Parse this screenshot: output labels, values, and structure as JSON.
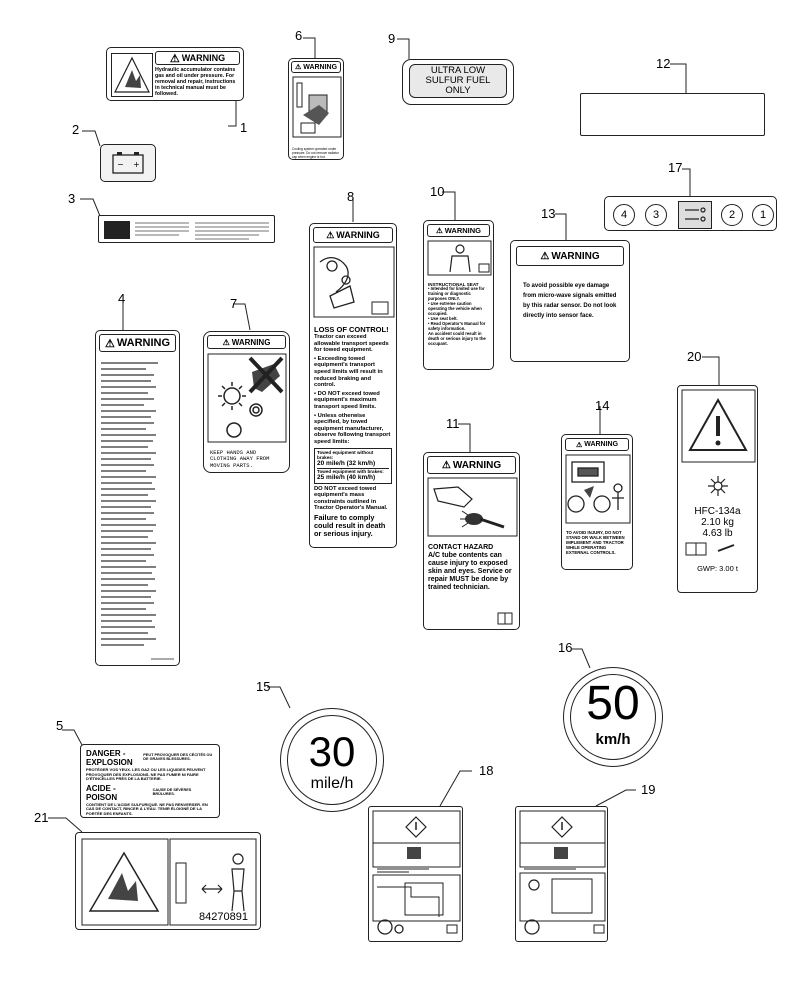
{
  "callouts": {
    "n1": "1",
    "n2": "2",
    "n3": "3",
    "n4": "4",
    "n5": "5",
    "n6": "6",
    "n7": "7",
    "n8": "8",
    "n9": "9",
    "n10": "10",
    "n11": "11",
    "n12": "12",
    "n13": "13",
    "n14": "14",
    "n15": "15",
    "n16": "16",
    "n17": "17",
    "n18": "18",
    "n19": "19",
    "n20": "20",
    "n21": "21"
  },
  "decal1": {
    "header": "WARNING",
    "text": "Hydraulic accumulator contains gas and oil under pressure. For removal and repair, instructions in technical manual must be followed."
  },
  "decal5": {
    "danger": "DANGER - EXPLOSION",
    "danger_fr": "PEUT PROVOQUER DES CÉCITÉS OU DE GRAVES BLESSURES.",
    "body1": "PROTÉGER VOS YEUX. LES GAZ OU LES LIQUIDES PEUVENT PROVOQUER DES EXPLOSIONS. NE PAS FUMER NI FAIRE D'ÉTINCELLES PRÈS DE LA BATTERIE.",
    "acid": "ACIDE - POISON",
    "acid_fr": "CAUSE DE SÉVÈRES BRÛLURES.",
    "body2": "CONTIENT DE L'ACIDE SULFURIQUE. NE PAS RENVERSER. EN CAS DE CONTACT, RINCER À L'EAU. TENIR ÉLOIGNÉ DE LA PORTÉE DES ENFANTS."
  },
  "decal6": {
    "header": "WARNING",
    "text": "Cooling system operated under pressure. Do not remove radiator cap when engine is hot."
  },
  "decal7": {
    "header": "WARNING",
    "text": "KEEP HANDS AND CLOTHING AWAY FROM MOVING PARTS."
  },
  "decal8": {
    "header": "WARNING",
    "title": "LOSS OF CONTROL!",
    "p1": "Tractor can exceed allowable transport speeds for towed equipment.",
    "b1": "Exceeding towed equipment's transport speed limits will result in reduced braking and control.",
    "b2": "DO NOT exceed towed equipment's maximum transport speed limits.",
    "b3": "Unless otherwise specified, by towed equipment manufacturer, observe following transport speed limits:",
    "t1": "Towed equipment without brakes:",
    "t1v": "20 mile/h (32 km/h)",
    "t2": "Towed equipment with brakes:",
    "t2v": "25 mile/h (40 km/h)",
    "p2": "DO NOT exceed towed equipment's mass constraints outlined in Tractor Operator's Manual.",
    "p3": "Failure to comply could result in death or serious injury."
  },
  "decal9": {
    "l1": "ULTRA LOW",
    "l2": "SULFUR FUEL",
    "l3": "ONLY"
  },
  "decal10": {
    "header": "WARNING",
    "title": "INSTRUCTIONAL SEAT",
    "b1": "Intended for limited use for training or diagnostic purposes ONLY.",
    "b2": "Use extreme caution operating the vehicle when occupied.",
    "b3": "Use seat belt.",
    "b4": "Read Operator's Manual for safety information.",
    "p": "An accident could result in death or serious injury to the occupant."
  },
  "decal11": {
    "header": "WARNING",
    "title": "CONTACT HAZARD",
    "body": "A/C tube contents can cause injury to exposed skin and eyes. Service or repair MUST be done by trained technician."
  },
  "decal13": {
    "header": "WARNING",
    "body": "To avoid possible eye damage from micro-wave signals emitted by this radar sensor. Do not look directly into sensor face."
  },
  "decal14": {
    "header": "WARNING",
    "body": "TO AVOID INJURY, DO NOT STAND OR WALK BETWEEN IMPLEMENT AND TRACTOR WHILE OPERATING EXTERNAL CONTROLS."
  },
  "decal15": {
    "value": "30",
    "unit": "mile/h"
  },
  "decal16": {
    "value": "50",
    "unit": "km/h"
  },
  "decal17": {
    "b4": "4",
    "b3": "3",
    "b2": "2",
    "b1": "1"
  },
  "decal20": {
    "refrigerant": "HFC-134a",
    "kg": "2.10 kg",
    "lb": "4.63 lb",
    "gwp": "GWP: 3.00 t"
  },
  "decal21": {
    "part": "84270891"
  }
}
